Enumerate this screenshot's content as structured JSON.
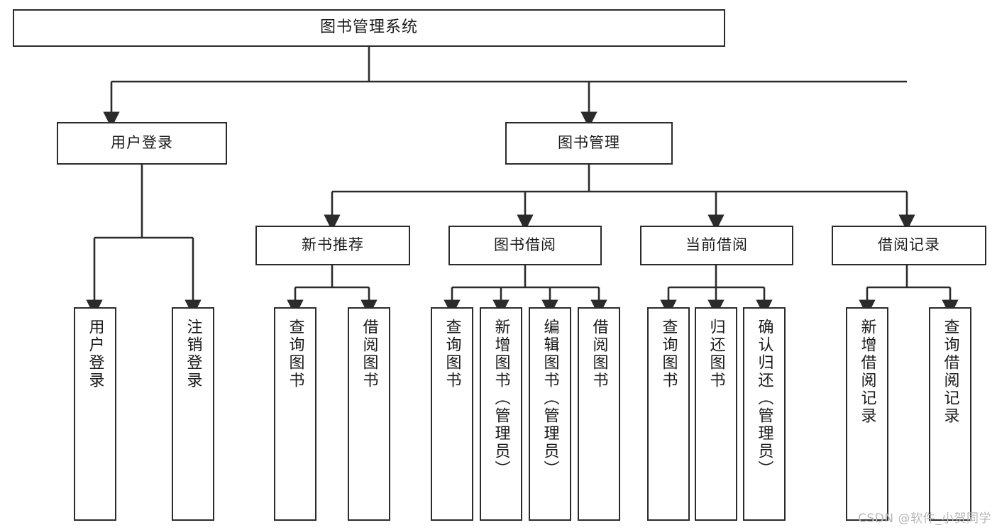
{
  "diagram": {
    "title": "图书管理系统",
    "type": "tree",
    "colors": {
      "stroke": "#2b2b2b",
      "fill": "#ffffff",
      "text": "#1a1a1a",
      "watermark": "#b8b8b8"
    },
    "watermark": "CSDN @软件_小贺同学"
  },
  "nodes": {
    "root": {
      "label": "图书管理系统"
    },
    "level2": [
      {
        "label": "用户登录"
      },
      {
        "label": "图书管理"
      }
    ],
    "level3": [
      {
        "label": "新书推荐"
      },
      {
        "label": "图书借阅"
      },
      {
        "label": "当前借阅"
      },
      {
        "label": "借阅记录"
      }
    ],
    "leaves": {
      "user_login": [
        {
          "label": "用户登录"
        },
        {
          "label": "注销登录"
        }
      ],
      "new_book_recommend": [
        {
          "label": "查询图书"
        },
        {
          "label": "借阅图书"
        }
      ],
      "book_borrow": [
        {
          "label": "查询图书"
        },
        {
          "label": "新增图书（管理员）"
        },
        {
          "label": "编辑图书（管理员）"
        },
        {
          "label": "借阅图书"
        }
      ],
      "current_borrow": [
        {
          "label": "查询图书"
        },
        {
          "label": "归还图书"
        },
        {
          "label": "确认归还（管理员）"
        }
      ],
      "borrow_record": [
        {
          "label": "新增借阅记录"
        },
        {
          "label": "查询借阅记录"
        }
      ]
    }
  }
}
